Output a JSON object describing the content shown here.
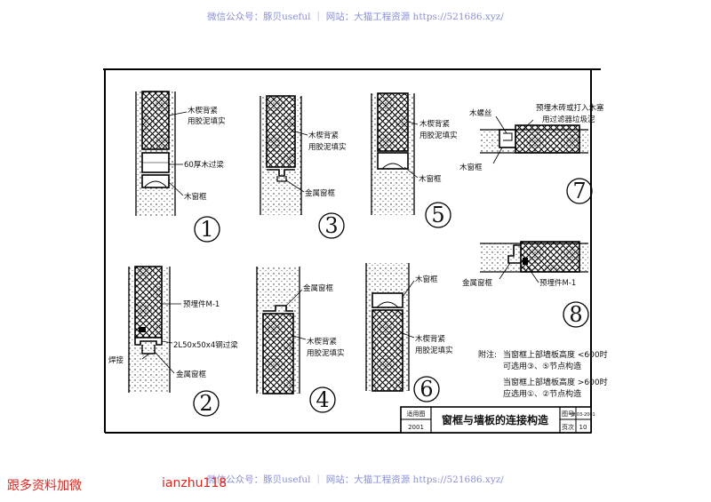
{
  "watermark": {
    "text": "微信公众号：豚贝useful ｜ 网站：大猫工程资源 https://521686.xyz/"
  },
  "promo": {
    "left": "跟多资料加微",
    "right": "ianzhu118"
  },
  "details": {
    "d1": {
      "marker": "1",
      "labels": [
        "木楔背紧",
        "用胶泥填实",
        "60厚木过梁",
        "木窗框"
      ]
    },
    "d2": {
      "marker": "2",
      "labels": [
        "预埋件M-1",
        "2L50x50x4钢过梁",
        "焊接",
        "金属窗框"
      ]
    },
    "d3": {
      "marker": "3",
      "labels": [
        "木楔背紧",
        "用胶泥填实",
        "金属窗框"
      ]
    },
    "d4": {
      "marker": "4",
      "labels": [
        "金属窗框",
        "木楔背紧",
        "用胶泥填实"
      ]
    },
    "d5": {
      "marker": "5",
      "labels": [
        "木楔背紧",
        "用胶泥填实",
        "木窗框"
      ]
    },
    "d6": {
      "marker": "6",
      "labels": [
        "木窗框",
        "木楔背紧",
        "用胶泥填实"
      ]
    },
    "d7": {
      "marker": "7",
      "labels": [
        "木螺丝",
        "预埋木砖或打入木塞",
        "用过滤器垃圾泥",
        "木窗框"
      ]
    },
    "d8": {
      "marker": "8",
      "labels": [
        "金属窗框",
        "预埋件M-1"
      ]
    }
  },
  "notes": {
    "prefix": "附注:",
    "lines": [
      "当窗框上部墙板高度 <600时",
      "可选用③、⑤节点构造",
      "当窗框上部墙板高度 >600时",
      "应选用①、②节点构造"
    ]
  },
  "title_block": {
    "scope_label": "适用图",
    "scope_value": "2001",
    "title": "窗框与墙板的连接构造",
    "code_label": "图号",
    "code_value": "津J03-2001",
    "page_label": "页次",
    "page_value": "10"
  }
}
